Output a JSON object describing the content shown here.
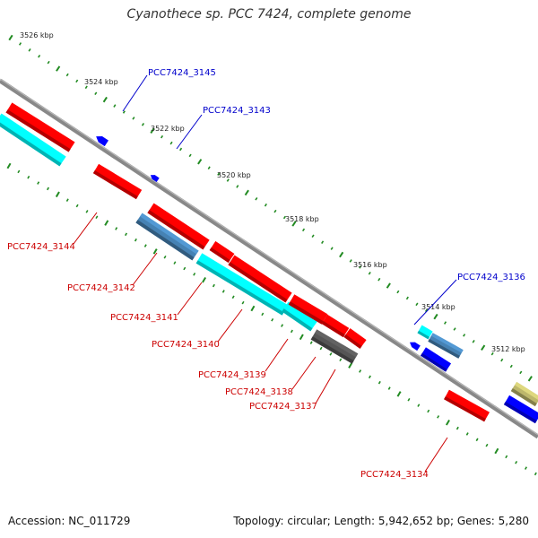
{
  "title": "Cyanothece sp. PCC 7424, complete genome",
  "footer": {
    "accession": "Accession: NC_011729",
    "topology": "Topology: circular; Length: 5,942,652 bp; Genes: 5,280"
  },
  "colors": {
    "red": "#ff0000",
    "cyan": "#00ffff",
    "blue": "#0000ff",
    "steel": "#4682b4",
    "gray": "#555555",
    "khaki": "#bdb76b",
    "backbone": "#808080",
    "tick": "#228b22"
  },
  "ruler": {
    "labels": [
      "3526 kbp",
      "3524 kbp",
      "3522 kbp",
      "3520 kbp",
      "3518 kbp",
      "3516 kbp",
      "3514 kbp",
      "3512 kbp"
    ]
  },
  "gene_labels_top": [
    "PCC7424_3145",
    "PCC7424_3143",
    "PCC7424_3136"
  ],
  "gene_labels_bottom": [
    "PCC7424_3144",
    "PCC7424_3142",
    "PCC7424_3141",
    "PCC7424_3140",
    "PCC7424_3139",
    "PCC7424_3138",
    "PCC7424_3137",
    "PCC7424_3134"
  ]
}
